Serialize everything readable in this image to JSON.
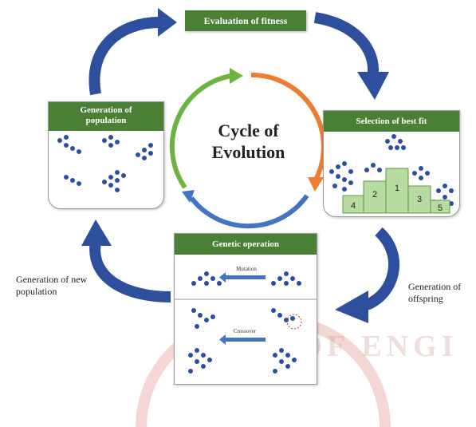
{
  "center": {
    "line1": "Cycle of",
    "line2": "Evolution"
  },
  "top_box": {
    "title": "Evaluation of fitness"
  },
  "left_box": {
    "title": "Generation of population"
  },
  "right_box": {
    "title": "Selection of best fit",
    "ranks": [
      "4",
      "2",
      "1",
      "3",
      "5"
    ]
  },
  "bottom_box": {
    "title": "Genetic operation",
    "mutation_label": "Mutation",
    "crossover_label": "Crossover"
  },
  "labels": {
    "new_population": "Generation of new population",
    "offspring": "Generation of offspring"
  },
  "watermark": "ON OF ENGI",
  "colors": {
    "header_green": "#4a7f36",
    "arrow_blue": "#2d4f9e",
    "ring_green": "#6db33f",
    "ring_orange": "#ed7d31",
    "ring_blue": "#4472c4",
    "dot_blue": "#2c4fa3"
  }
}
